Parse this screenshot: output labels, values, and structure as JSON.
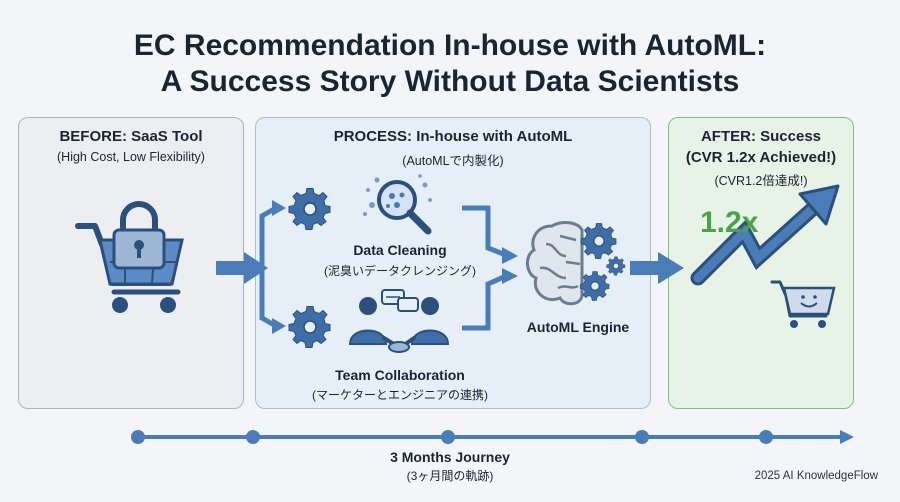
{
  "title": {
    "line1": "EC Recommendation In-house with AutoML:",
    "line2": "A Success Story Without Data Scientists"
  },
  "before": {
    "title": "BEFORE: SaaS Tool",
    "subtitle": "(High Cost, Low Flexibility)"
  },
  "process": {
    "title": "PROCESS: In-house with AutoML",
    "subtitle": "(AutoMLで内製化)",
    "data_cleaning": "Data Cleaning",
    "data_cleaning_jp": "(泥臭いデータクレンジング)",
    "team_collaboration": "Team Collaboration",
    "team_collaboration_jp": "(マーケターとエンジニアの連携)",
    "engine": "AutoML Engine"
  },
  "after": {
    "title": "AFTER: Success",
    "subtitle": "(CVR 1.2x Achieved!)",
    "subtitle_jp": "(CVR1.2倍達成!)",
    "metric": "1.2x"
  },
  "timeline": {
    "label": "3 Months Journey",
    "label_jp": "(3ヶ月間の軌跡)"
  },
  "credit": "2025 AI KnowledgeFlow",
  "colors": {
    "icon_blue": "#4a78b0",
    "icon_dark": "#2d4f7c",
    "green_text": "#4aa34a",
    "arrow_blue": "#4a7db8"
  }
}
